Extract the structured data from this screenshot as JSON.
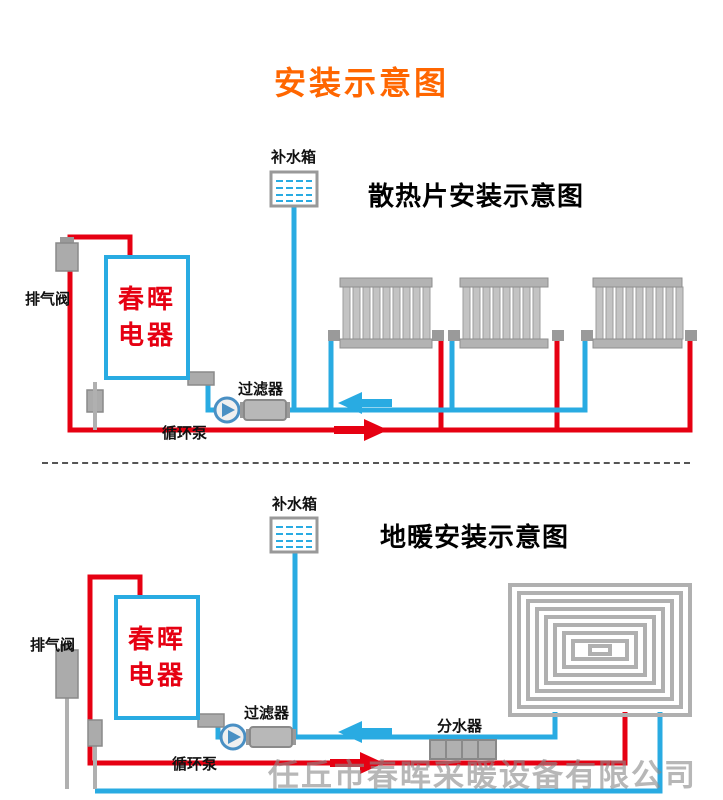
{
  "page": {
    "title": "安装示意图",
    "watermark": "任丘市春晖采暖设备有限公司"
  },
  "colors": {
    "title_orange": "#ff6600",
    "pipe_hot_red": "#e60012",
    "pipe_cold_blue": "#29abe2",
    "boiler_border_blue": "#29abe2",
    "boiler_text_red": "#e60012",
    "component_gray": "#ababab"
  },
  "radiator_section": {
    "title": "散热片安装示意图",
    "tank_label": "补水箱",
    "exhaust_valve_label": "排气阀",
    "boiler_line1": "春晖",
    "boiler_line2": "电器",
    "filter_label": "过滤器",
    "pump_label": "循环泵",
    "radiator_count": 3
  },
  "floor_section": {
    "title": "地暖安装示意图",
    "tank_label": "补水箱",
    "exhaust_valve_label": "排气阀",
    "boiler_line1": "春晖",
    "boiler_line2": "电器",
    "filter_label": "过滤器",
    "pump_label": "循环泵",
    "manifold_label": "分水器"
  }
}
